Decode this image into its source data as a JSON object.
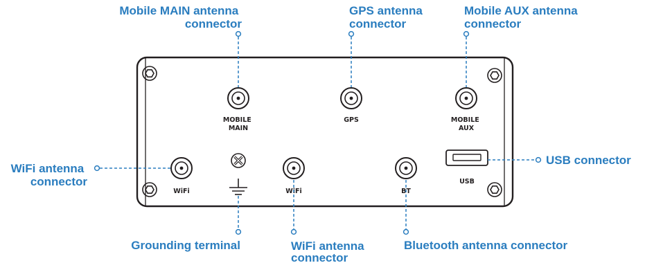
{
  "colors": {
    "callout": "#2a7dbf",
    "outline": "#231f20",
    "background": "#ffffff"
  },
  "callouts": {
    "mobile_main": [
      "Mobile MAIN antenna",
      "connector"
    ],
    "gps": [
      "GPS antenna",
      "connector"
    ],
    "mobile_aux": [
      "Mobile AUX antenna",
      "connector"
    ],
    "wifi_left": [
      "WiFi antenna",
      "connector"
    ],
    "usb": "USB connector",
    "grounding": "Grounding terminal",
    "wifi_bottom": [
      "WiFi antenna",
      "connector"
    ],
    "bluetooth": "Bluetooth antenna connector"
  },
  "panel_labels": {
    "mobile_main": [
      "MOBILE",
      "MAIN"
    ],
    "gps": "GPS",
    "mobile_aux": [
      "MOBILE",
      "AUX"
    ],
    "wifi_left": "WiFi",
    "wifi_center": "WiFi",
    "bt": "BT",
    "usb": "USB"
  }
}
